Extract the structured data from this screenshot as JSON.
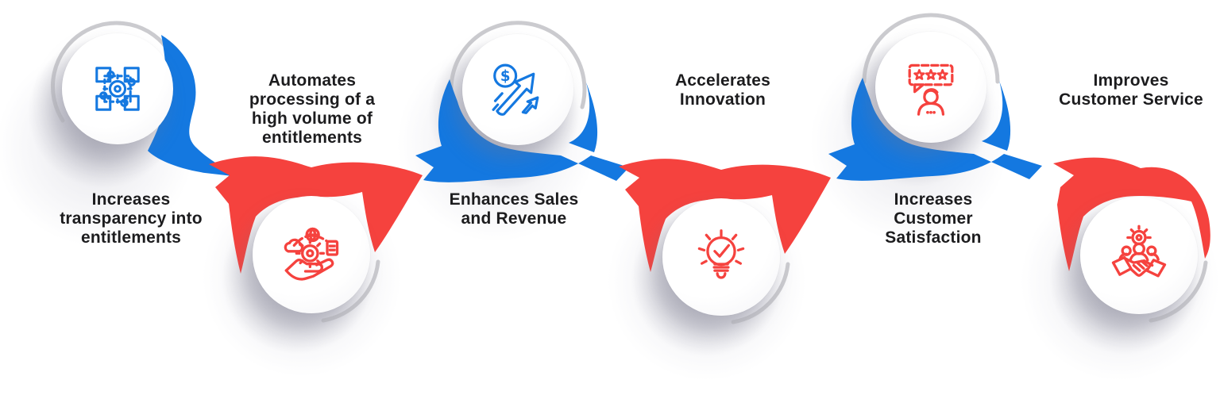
{
  "colors": {
    "accent_blue": "#1478E0",
    "accent_red": "#F5423E",
    "text": "#1C1C1E",
    "ring_gray": "#C2C2C7",
    "circle_fill": "#FFFFFF"
  },
  "icons": {
    "dollar_sign": "$"
  },
  "items": [
    {
      "id": 1,
      "position": "top",
      "accent": "blue",
      "icon": "puzzle-gear-integration-icon",
      "label": "Increases transparency into entitlements",
      "lines": [
        "Increases",
        "transparency into",
        "entitlements"
      ]
    },
    {
      "id": 2,
      "position": "bottom",
      "accent": "red",
      "icon": "hand-gear-automation-icon",
      "label": "Automates processing of a high volume of entitlements",
      "lines": [
        "Automates",
        "processing of a",
        "high volume of",
        "entitlements"
      ]
    },
    {
      "id": 3,
      "position": "top",
      "accent": "blue",
      "icon": "dollar-growth-arrow-icon",
      "label": "Enhances Sales and Revenue",
      "lines": [
        "Enhances Sales",
        "and Revenue"
      ]
    },
    {
      "id": 4,
      "position": "bottom",
      "accent": "red",
      "icon": "lightbulb-check-idea-icon",
      "label": "Accelerates Innovation",
      "lines": [
        "Accelerates",
        "Innovation"
      ]
    },
    {
      "id": 5,
      "position": "top",
      "accent": "blue",
      "icon": "customer-review-stars-icon",
      "label": "Increases Customer Satisfaction",
      "lines": [
        "Increases",
        "Customer",
        "Satisfaction"
      ]
    },
    {
      "id": 6,
      "position": "bottom",
      "accent": "red",
      "icon": "handshake-partnership-icon",
      "label": "Improves Customer Service",
      "lines": [
        "Improves",
        "Customer Service"
      ]
    }
  ]
}
